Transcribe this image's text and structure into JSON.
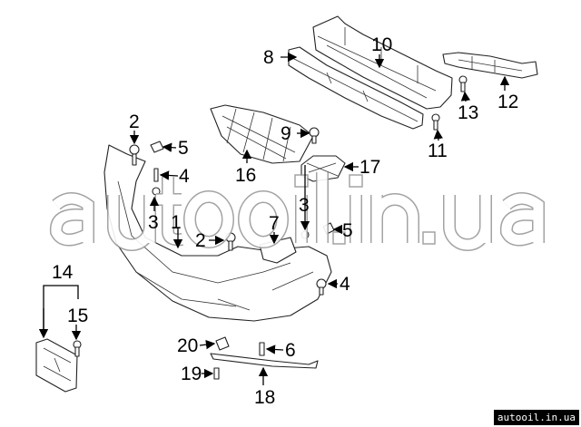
{
  "callouts": {
    "c1": "1",
    "c2a": "2",
    "c2b": "2",
    "c3a": "3",
    "c3b": "3",
    "c4a": "4",
    "c4b": "4",
    "c5a": "5",
    "c5b": "5",
    "c6": "6",
    "c7": "7",
    "c8": "8",
    "c9": "9",
    "c10": "10",
    "c11": "11",
    "c12": "12",
    "c13": "13",
    "c14": "14",
    "c15": "15",
    "c16": "16",
    "c17": "17",
    "c18": "18",
    "c19": "19",
    "c20": "20"
  },
  "watermark": "autooil.in.ua",
  "footer": "autooil.in.ua"
}
